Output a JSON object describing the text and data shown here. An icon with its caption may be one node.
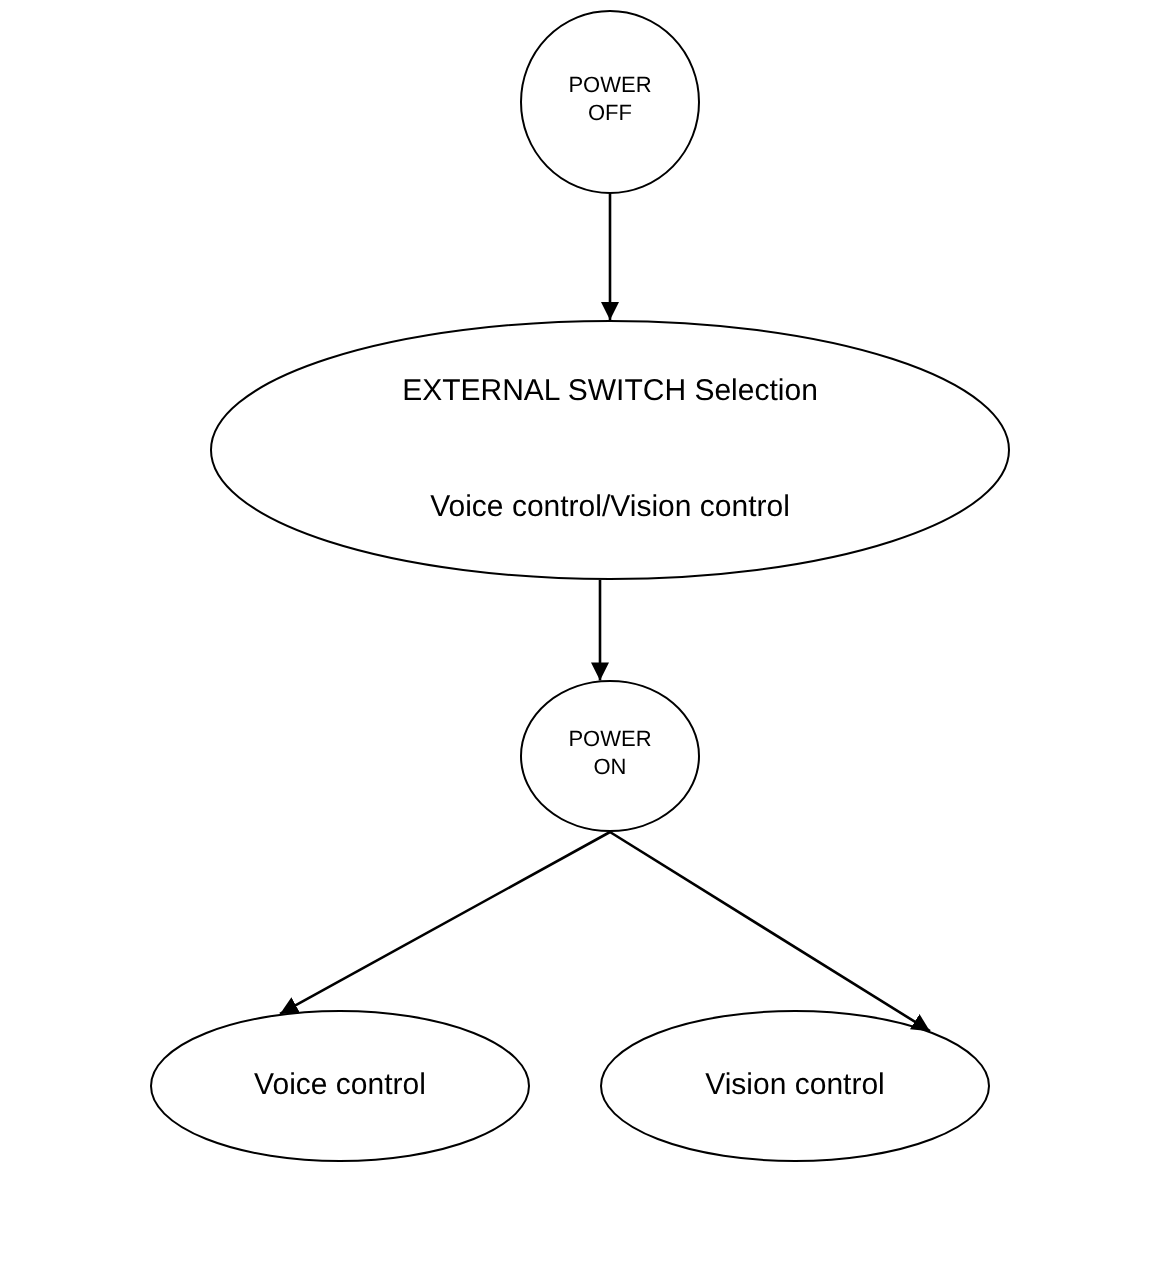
{
  "diagram": {
    "nodes": [
      {
        "text": [
          "POWER OFF"
        ]
      },
      {
        "text": [
          "EXTERNAL SWITCH Selection",
          "Voice control/Vision control"
        ]
      },
      {
        "text": [
          "POWER ON"
        ]
      },
      {
        "text": [
          "Voice control"
        ]
      },
      {
        "text": [
          "Vision control"
        ]
      }
    ],
    "edges": [
      {
        "from": 0,
        "to": 1,
        "arrow": "to"
      },
      {
        "from": 1,
        "to": 2,
        "arrow": "to"
      },
      {
        "from": 2,
        "to": 3,
        "arrow": "to"
      },
      {
        "from": 2,
        "to": 4,
        "arrow": "to"
      }
    ]
  }
}
